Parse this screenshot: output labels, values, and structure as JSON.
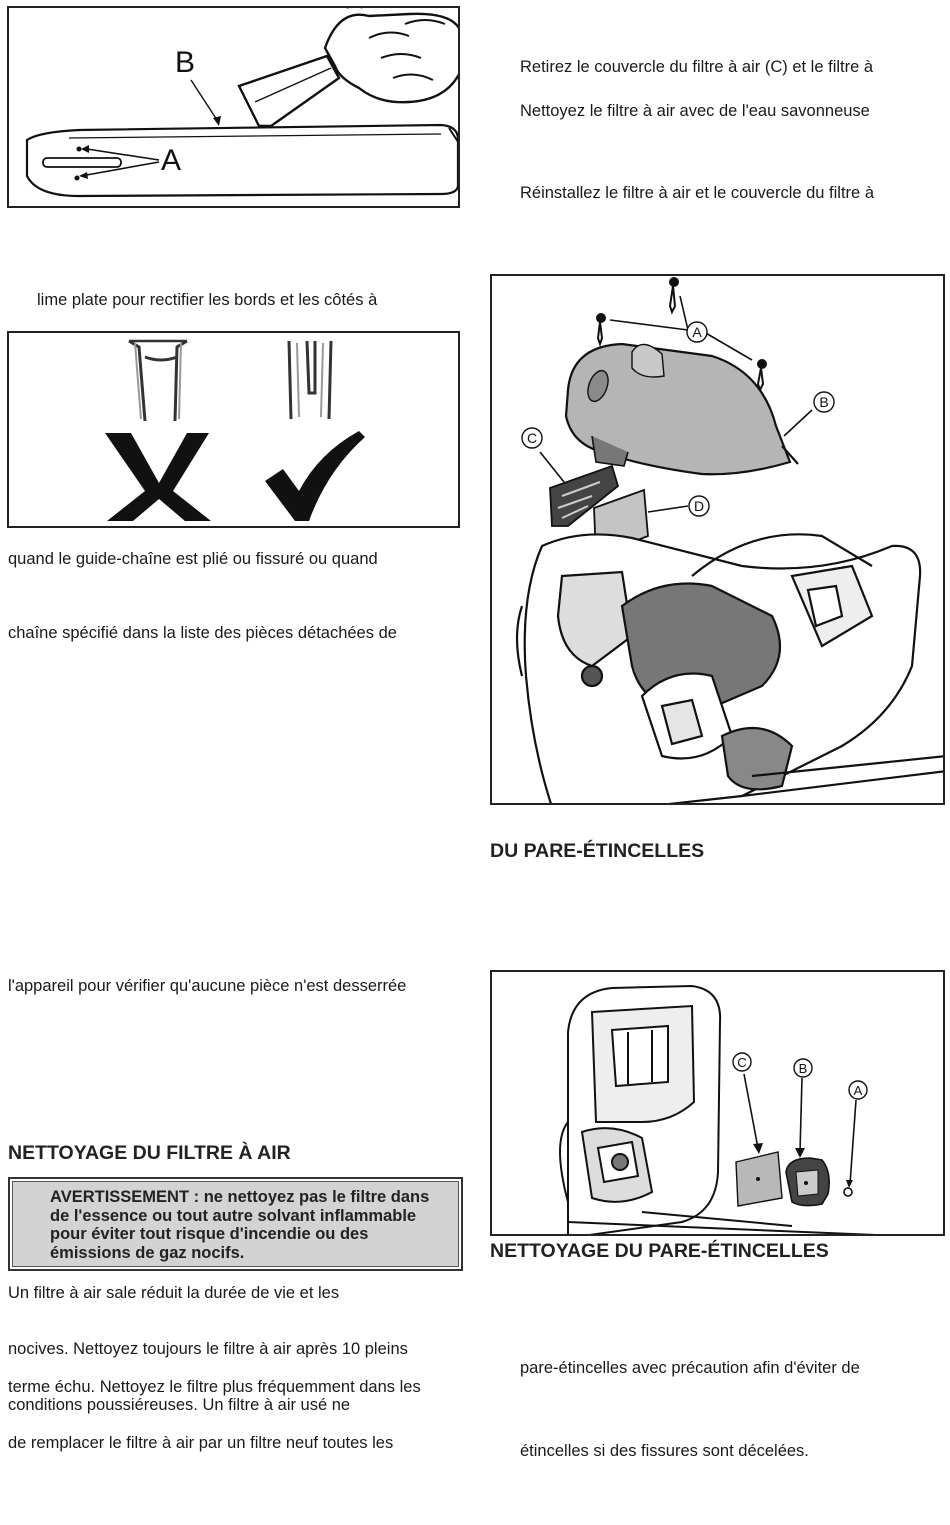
{
  "left": {
    "lime_text": "lime plate pour rectifier les bords et les côtés à",
    "guide_text": "quand le guide-chaîne est plié ou fissuré ou quand",
    "chaine_text": "chaîne spécifié dans la liste des pièces détachées de",
    "appareil_text": "l'appareil pour vérifier qu'aucune pièce n'est desserrée",
    "air_filter_heading": "NETTOYAGE DU FILTRE À AIR",
    "warning": "AVERTISSEMENT : ne nettoyez pas le filtre dans de l'essence ou tout autre solvant inflammable pour éviter tout risque d'incendie ou des émissions de gaz nocifs.",
    "para1": "Un filtre à air sale réduit la durée de vie et les",
    "para2": "nocives. Nettoyez toujours le filtre à air après 10 pleins",
    "para3": "terme échu. Nettoyez le filtre plus fréquemment dans les conditions poussiéreuses. Un filtre à air usé ne",
    "para4": "de remplacer le filtre à air par un filtre neuf toutes les"
  },
  "right": {
    "step1": "Retirez le couvercle du filtre à air (C) et le filtre à",
    "step2": "Nettoyez le filtre à air avec de l'eau savonneuse",
    "step3": "Réinstallez le filtre à air et le couvercle du filtre à",
    "spark_heading_partial": "DU PARE-ÉTINCELLES",
    "spark_heading": "NETTOYAGE DU PARE-ÉTINCELLES",
    "spark_text1": "pare-étincelles avec précaution afin d'éviter de",
    "spark_text2": "étincelles si des fissures sont décelées."
  },
  "figures": {
    "bar": {
      "label_a": "A",
      "label_b": "B"
    },
    "teeth": {
      "wrong_mark": "X",
      "right_mark": "✓"
    },
    "air_filter": {
      "label_a": "A",
      "label_b": "B",
      "label_c": "C",
      "label_d": "D"
    },
    "spark": {
      "label_a": "A",
      "label_b": "B",
      "label_c": "C"
    }
  }
}
